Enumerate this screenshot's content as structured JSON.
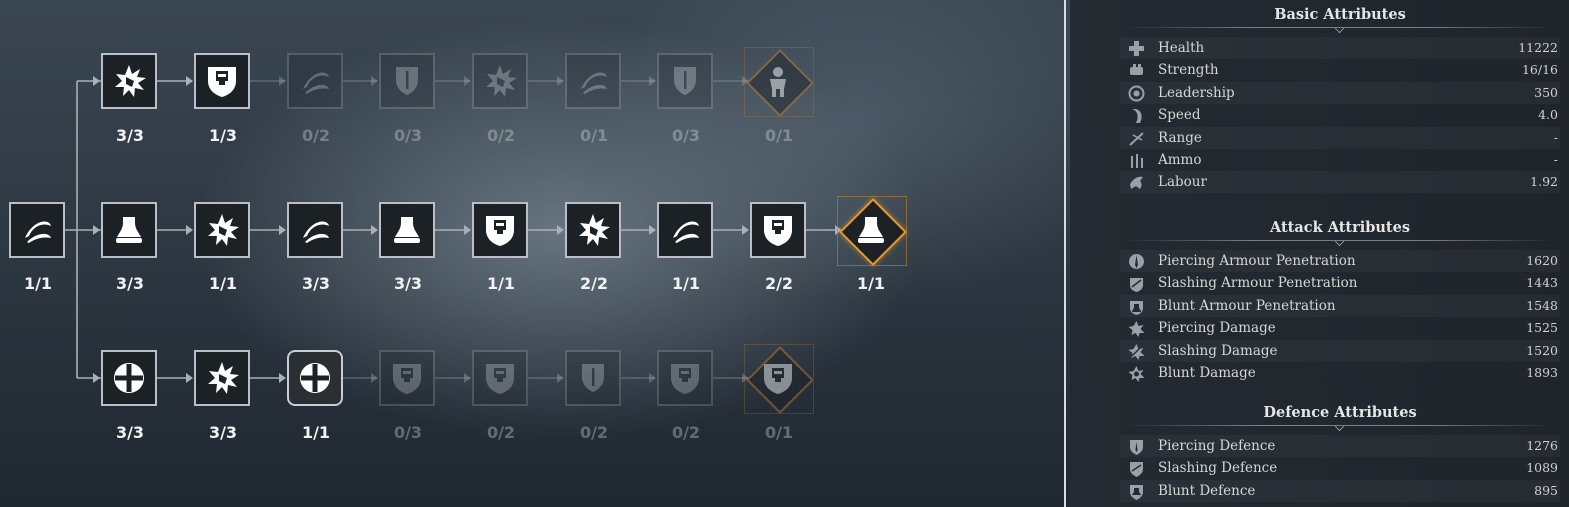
{
  "tree": {
    "rows": [
      {
        "levels": [
          "3/3",
          "1/3",
          "0/2",
          "0/3",
          "0/2",
          "0/1",
          "0/3",
          "0/1"
        ],
        "icons": [
          "burst-icon",
          "knight-shield-icon",
          "swirl-icon",
          "shield-sword-icon",
          "burst-icon",
          "swirl-icon",
          "shield-sword-icon",
          "warrior-icon"
        ],
        "locked": [
          false,
          false,
          true,
          true,
          true,
          true,
          true,
          true
        ]
      },
      {
        "levels": [
          "1/1",
          "3/3",
          "1/1",
          "3/3",
          "3/3",
          "1/1",
          "2/2",
          "1/1",
          "2/2",
          "1/1"
        ],
        "icons": [
          "swirl-icon",
          "bell-icon",
          "burst-icon",
          "swirl-icon",
          "bell-icon",
          "knight-shield-icon",
          "burst-icon",
          "swirl-icon",
          "knight-shield-icon",
          "bell-icon"
        ],
        "locked": [
          false,
          false,
          false,
          false,
          false,
          false,
          false,
          false,
          false,
          false
        ]
      },
      {
        "levels": [
          "3/3",
          "3/3",
          "1/1",
          "0/3",
          "0/2",
          "0/2",
          "0/2",
          "0/1"
        ],
        "icons": [
          "cross-icon",
          "burst-icon",
          "cross-icon",
          "knight-shield-icon",
          "knight-shield-icon",
          "shield-sword-icon",
          "knight-shield-icon",
          "knight-shield-icon"
        ],
        "locked": [
          false,
          false,
          false,
          true,
          true,
          true,
          true,
          true
        ]
      }
    ]
  },
  "panel": {
    "basic": {
      "title": "Basic Attributes",
      "rows": [
        {
          "name": "Health",
          "value": "11222",
          "icon": "health-cross-icon"
        },
        {
          "name": "Strength",
          "value": "16/16",
          "icon": "strength-icon"
        },
        {
          "name": "Leadership",
          "value": "350",
          "icon": "leadership-icon"
        },
        {
          "name": "Speed",
          "value": "4.0",
          "icon": "speed-icon"
        },
        {
          "name": "Range",
          "value": "-",
          "icon": "range-icon"
        },
        {
          "name": "Ammo",
          "value": "-",
          "icon": "ammo-icon"
        },
        {
          "name": "Labour",
          "value": "1.92",
          "icon": "labour-icon"
        }
      ]
    },
    "attack": {
      "title": "Attack Attributes",
      "rows": [
        {
          "name": "Piercing Armour Penetration",
          "value": "1620",
          "icon": "piercing-pen-icon"
        },
        {
          "name": "Slashing Armour Penetration",
          "value": "1443",
          "icon": "slashing-pen-icon"
        },
        {
          "name": "Blunt Armour Penetration",
          "value": "1548",
          "icon": "blunt-pen-icon"
        },
        {
          "name": "Piercing Damage",
          "value": "1525",
          "icon": "piercing-damage-icon"
        },
        {
          "name": "Slashing Damage",
          "value": "1520",
          "icon": "slashing-damage-icon"
        },
        {
          "name": "Blunt Damage",
          "value": "1893",
          "icon": "blunt-damage-icon"
        }
      ]
    },
    "defence": {
      "title": "Defence Attributes",
      "rows": [
        {
          "name": "Piercing Defence",
          "value": "1276",
          "icon": "piercing-defence-icon"
        },
        {
          "name": "Slashing Defence",
          "value": "1089",
          "icon": "slashing-defence-icon"
        },
        {
          "name": "Blunt Defence",
          "value": "895",
          "icon": "blunt-defence-icon"
        }
      ]
    },
    "colors": {
      "accent": "#e89a2b",
      "text": "#d6d6d6",
      "locked": "#5a646d"
    }
  }
}
